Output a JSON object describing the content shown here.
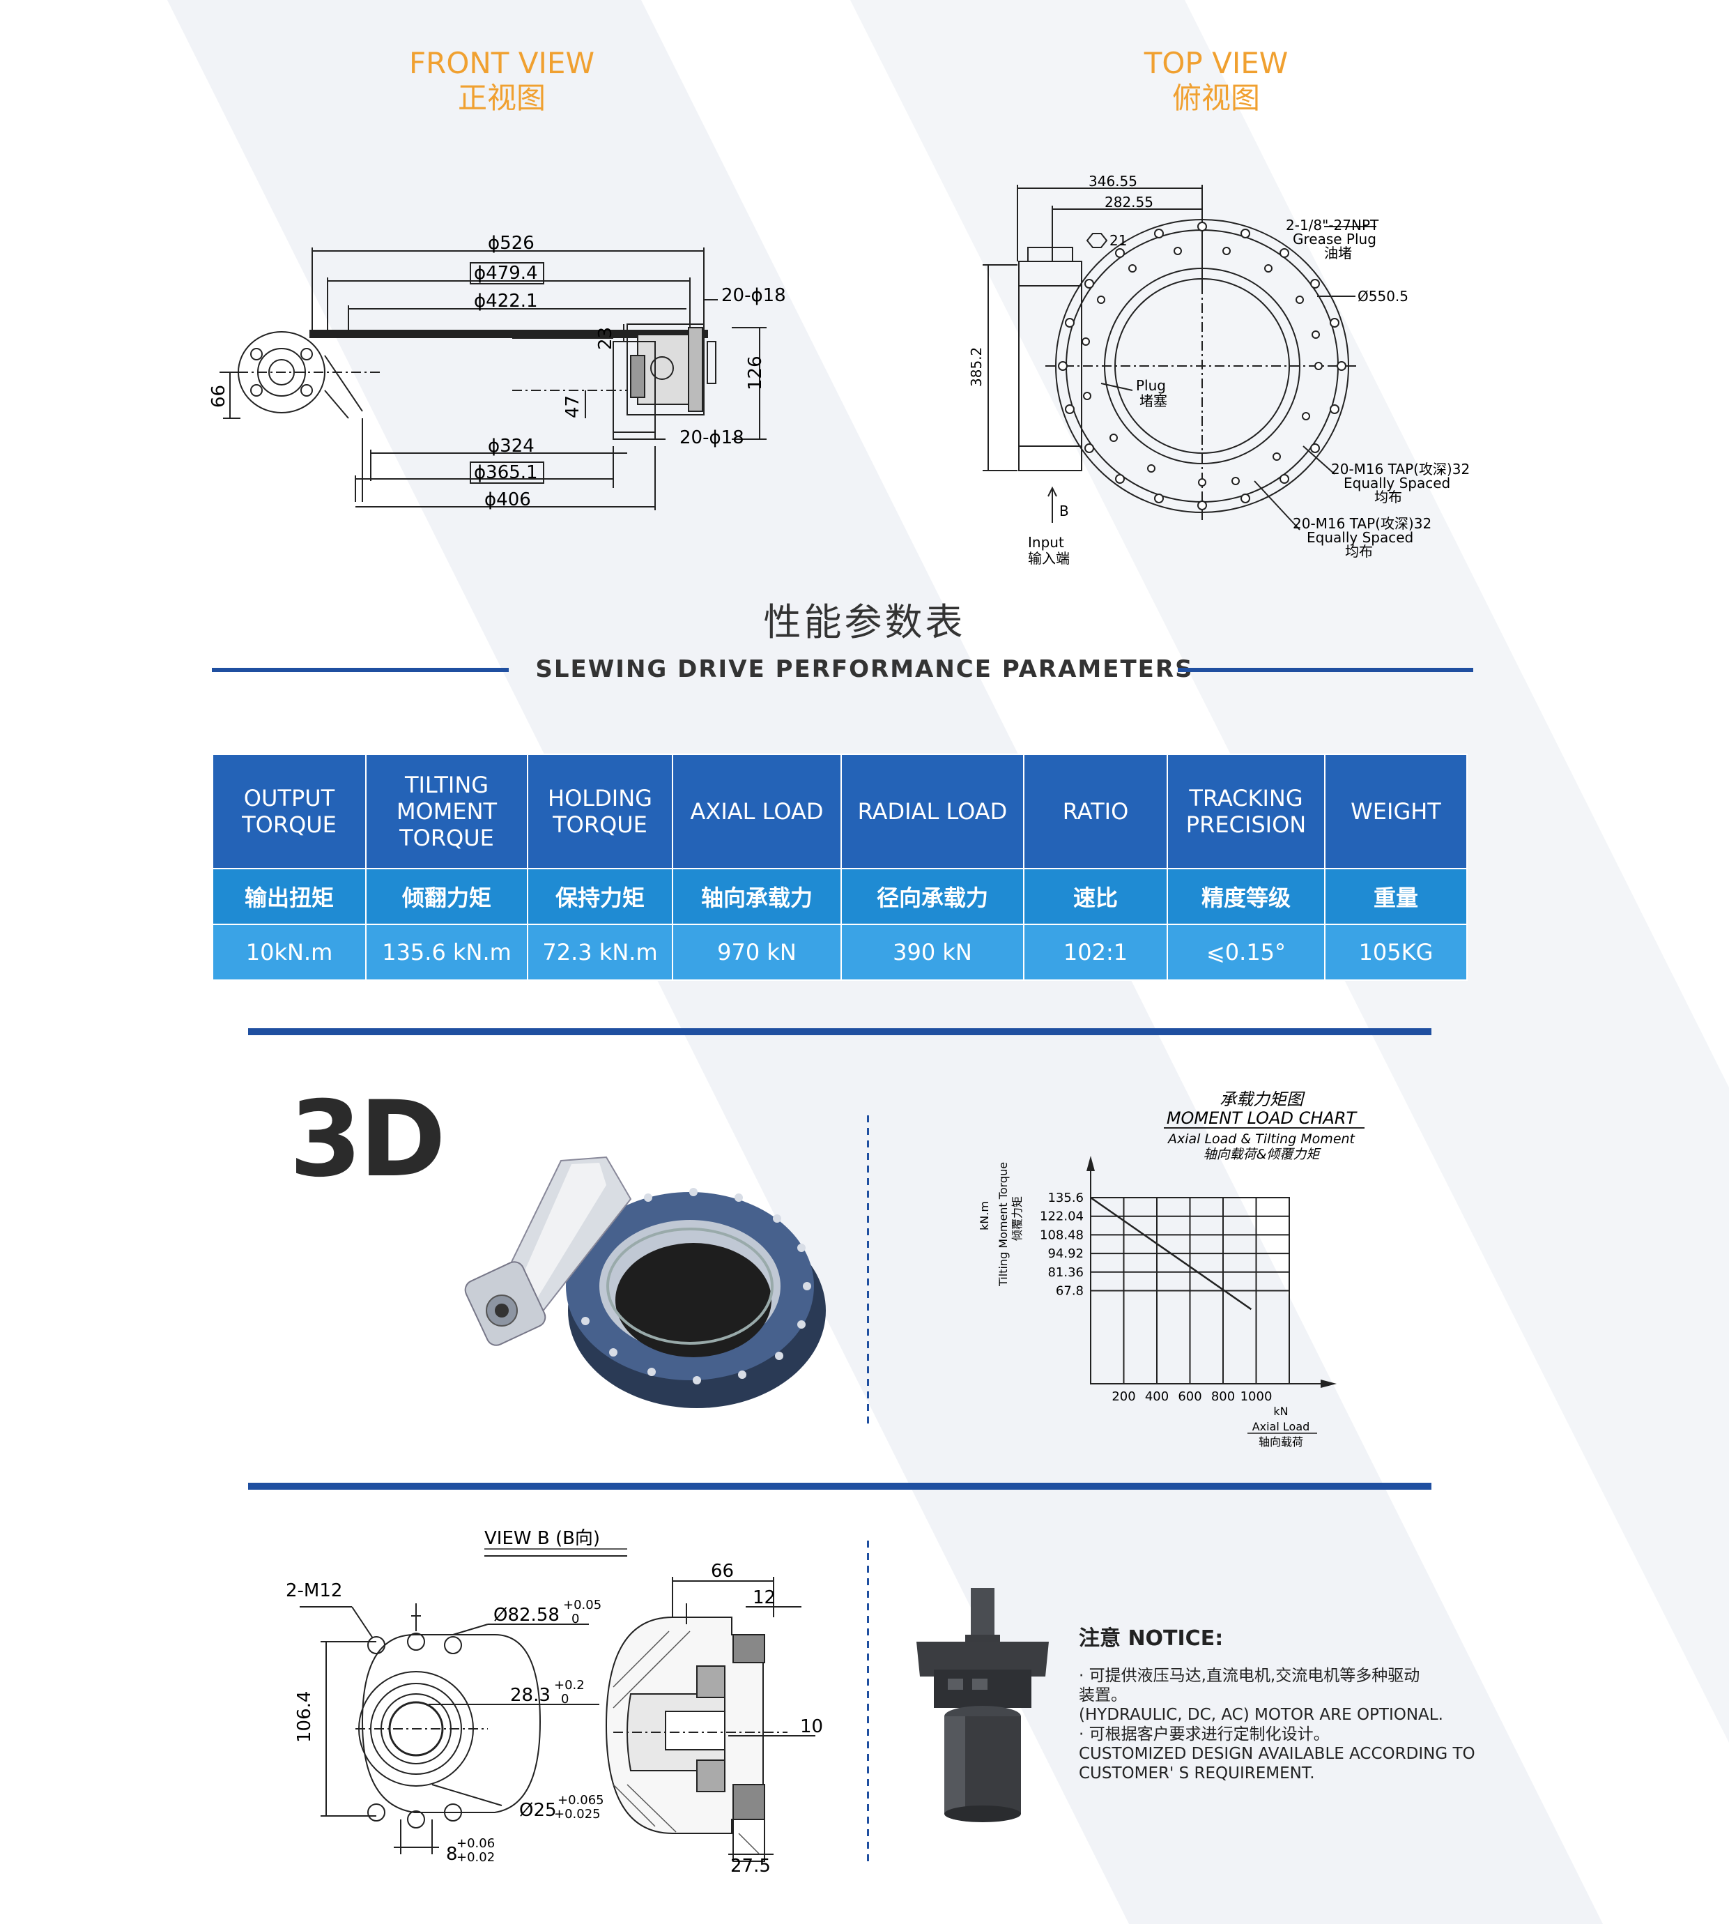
{
  "front_view": {
    "title_en": "FRONT VIEW",
    "title_cn": "正视图",
    "dims": {
      "d526": "ϕ526",
      "d4794": "ϕ479.4",
      "d4221": "ϕ422.1",
      "holes_top": "20-ϕ18",
      "h23": "23",
      "h126": "126",
      "h66": "66",
      "h47": "47",
      "d324": "ϕ324",
      "holes_bottom": "20-ϕ18",
      "d3651": "ϕ365.1",
      "d406": "ϕ406"
    }
  },
  "top_view": {
    "title_en": "TOP VIEW",
    "title_cn": "俯视图",
    "dims": {
      "w34655": "346.55",
      "w28255": "282.55",
      "hex21": "21",
      "grease1": "2-1/8\"-27NPT",
      "grease2": "Grease Plug",
      "grease3": "油堵",
      "d5505": "Ø550.5",
      "h3852": "385.2",
      "plug_en": "Plug",
      "plug_cn": "堵塞",
      "tap1_a": "20-M16 TAP(攻深)32",
      "tap1_b": "Equally Spaced",
      "tap1_c": "均布",
      "tap2_a": "20-M16 TAP(攻深)32",
      "tap2_b": "Equally Spaced",
      "tap2_c": "均布",
      "b": "B",
      "input_en": "Input",
      "input_cn": "输入端"
    }
  },
  "section": {
    "title_cn": "性能参数表",
    "title_en": "SLEWING DRIVE PERFORMANCE PARAMETERS"
  },
  "table": {
    "headers_en": [
      [
        "OUTPUT",
        "TORQUE"
      ],
      [
        "TILTING",
        "MOMENT",
        "TORQUE"
      ],
      [
        "HOLDING",
        "TORQUE"
      ],
      [
        "AXIAL LOAD"
      ],
      [
        "RADIAL LOAD"
      ],
      [
        "RATIO"
      ],
      [
        "TRACKING",
        "PRECISION"
      ],
      [
        "WEIGHT"
      ]
    ],
    "headers_cn": [
      "输出扭矩",
      "倾翻力矩",
      "保持力矩",
      "轴向承载力",
      "径向承载力",
      "速比",
      "精度等级",
      "重量"
    ],
    "values": [
      "10kN.m",
      "135.6 kN.m",
      "72.3 kN.m",
      "970 kN",
      "390 kN",
      "102:1",
      "⩽0.15°",
      "105KG"
    ]
  },
  "label_3d": "3D",
  "chart_data": {
    "type": "line",
    "title": "承载力矩图",
    "subtitle": "MOMENT LOAD CHART",
    "subtitle2": "Axial Load & Tilting Moment",
    "subtitle3": "轴向载荷&倾覆力矩",
    "ylabel_unit": "kN.m",
    "ylabel": "Tilting Moment Torque",
    "ylabel_cn": "倾覆力矩",
    "xlabel_unit": "kN",
    "xlabel": "Axial Load",
    "xlabel_cn": "轴向载荷",
    "y_ticks": [
      "135.6",
      "122.04",
      "108.48",
      "94.92",
      "81.36",
      "67.8"
    ],
    "x_ticks": [
      "200",
      "400",
      "600",
      "800",
      "1000"
    ],
    "series": [
      {
        "x": [
          0,
          970
        ],
        "y": [
          135.6,
          54.24
        ]
      }
    ]
  },
  "view_b": {
    "title": "VIEW B (B向)",
    "m12": "2-M12",
    "d8258": "Ø82.58",
    "d8258_tol_up": "+0.05",
    "d8258_tol_lo": "0",
    "d283": "28.3",
    "d283_tol_up": "+0.2",
    "d283_tol_lo": "0",
    "h1064": "106.4",
    "d25": "Ø25",
    "d25_tol_up": "+0.065",
    "d25_tol_lo": "+0.025",
    "w8": "8",
    "w8_tol_up": "+0.06",
    "w8_tol_lo": "+0.02"
  },
  "side_section": {
    "w66": "66",
    "w12": "12",
    "w10": "10",
    "w275": "27.5"
  },
  "notice": {
    "title": "注意 NOTICE:",
    "line1": "· 可提供液压马达,直流电机,交流电机等多种驱动",
    "line2": "装置。",
    "line3": "(HYDRAULIC, DC, AC) MOTOR ARE OPTIONAL.",
    "line4": "· 可根据客户要求进行定制化设计。",
    "line5": "CUSTOMIZED DESIGN AVAILABLE ACCORDING TO",
    "line6": "CUSTOMER' S REQUIREMENT."
  },
  "colors": {
    "accent_orange": "#f0a030",
    "header_blue": "#2463b7",
    "cn_row_blue": "#1f8bd3",
    "value_row_blue": "#3aa3e6",
    "rule_blue": "#1f4fa0"
  }
}
